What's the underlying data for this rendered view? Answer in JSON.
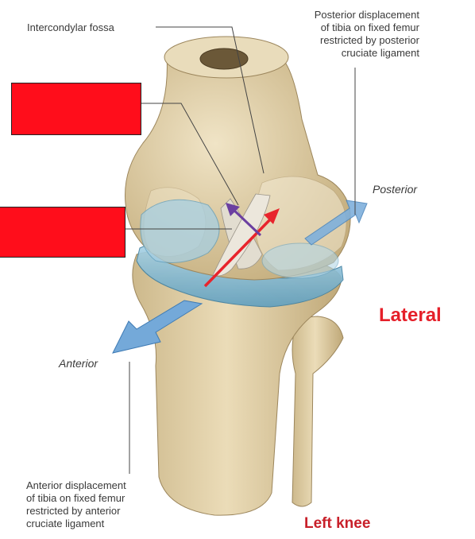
{
  "labels": {
    "intercondylar_fossa": "Intercondylar fossa",
    "posterior_displacement": [
      "Posterior displacement",
      "of tibia on fixed femur",
      "restricted by posterior",
      "cruciate ligament"
    ],
    "posterior": "Posterior",
    "anterior": "Anterior",
    "anterior_displacement": [
      "Anterior displacement",
      "of tibia on fixed femur",
      "restricted by anterior",
      "cruciate ligament"
    ],
    "lateral": "Lateral",
    "left_knee": "Left knee"
  },
  "redaction_boxes": 2,
  "colors": {
    "bone": "#e3d3ad",
    "bone_shadow": "#b59f74",
    "cartilage": "#8fc4dd",
    "arrow_blue": "#6fa6d8",
    "acl_arrow": "#e8242c",
    "pcl_arrow": "#6b3fa0",
    "redaction": "#ff0d1b",
    "lateral_text": "#e5202a"
  }
}
